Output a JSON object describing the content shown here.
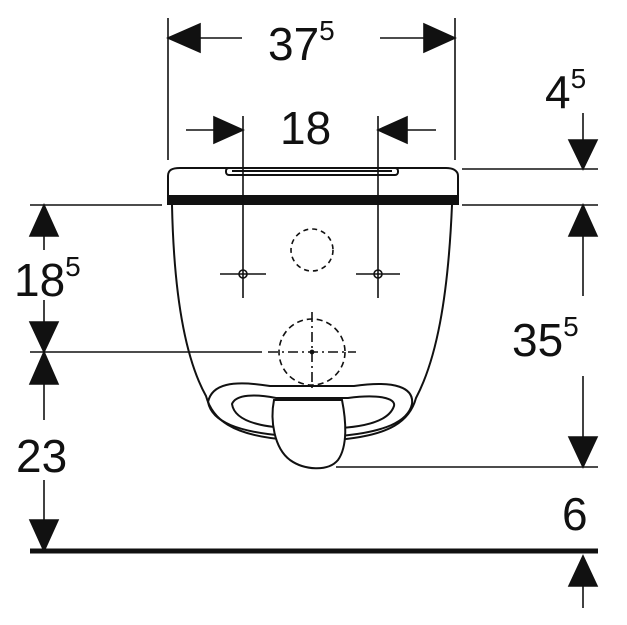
{
  "diagram": {
    "dimensions": {
      "overall_width": {
        "main": "37",
        "sup": "5"
      },
      "fixing_spacing": {
        "main": "18",
        "sup": ""
      },
      "seat_height_offset": {
        "main": "4",
        "sup": "5"
      },
      "fixing_to_outlet": {
        "main": "18",
        "sup": "5"
      },
      "bowl_height": {
        "main": "35",
        "sup": "5"
      },
      "outlet_height": {
        "main": "23",
        "sup": ""
      },
      "floor_offset": {
        "main": "6",
        "sup": ""
      }
    },
    "colors": {
      "line": "#111111",
      "background": "#ffffff"
    }
  }
}
